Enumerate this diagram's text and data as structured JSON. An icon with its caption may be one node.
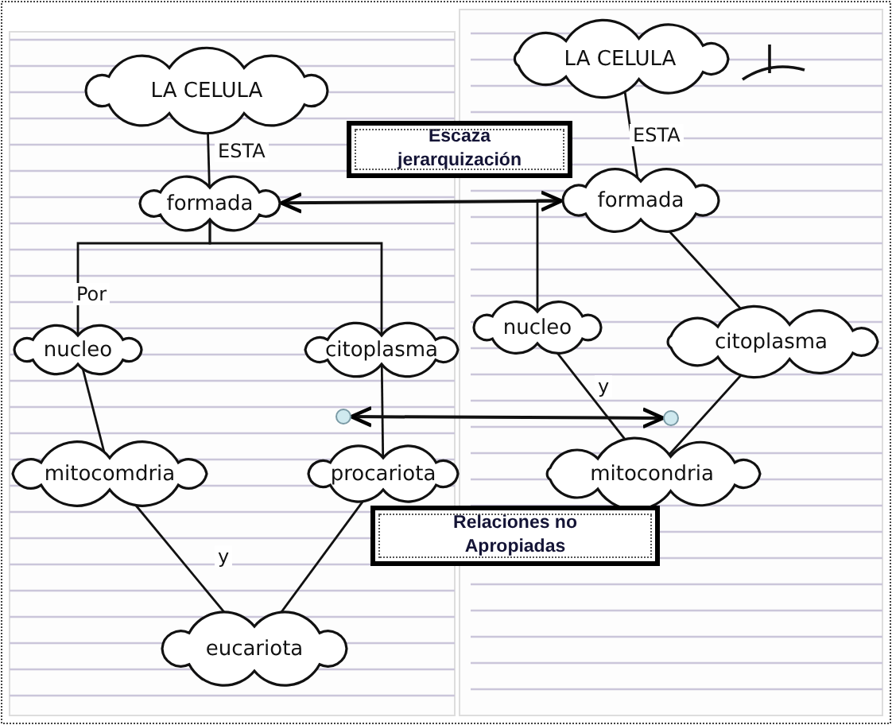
{
  "diagram": {
    "nodes": [
      {
        "text": [
          "LA CELULA"
        ]
      },
      {
        "text": [
          "formada"
        ]
      },
      {
        "text": [
          "nucleo"
        ]
      },
      {
        "text": [
          "citoplasma"
        ]
      },
      {
        "text": [
          "mitocomdria"
        ]
      },
      {
        "text": [
          "procariota"
        ]
      },
      {
        "text": [
          "eucariota"
        ]
      },
      {
        "text": [
          "LA CELULA"
        ]
      },
      {
        "text": [
          "formada"
        ]
      },
      {
        "text": [
          "nucleo"
        ]
      },
      {
        "text": [
          "citoplasma"
        ]
      },
      {
        "text": [
          "mitocondria"
        ]
      },
      {
        "text": [
          "Escaza jerarquización"
        ]
      },
      {
        "text": [
          "Relaciones no Apropiadas"
        ]
      },
      {
        "text": [],
        "shape": "circle"
      },
      {
        "text": [],
        "shape": "circle"
      }
    ],
    "edges": [
      {
        "from": 0,
        "to": 1,
        "arrow": "none",
        "label": "ESTA"
      },
      {
        "from": 1,
        "to": 2,
        "arrow": "none",
        "label": "Por"
      },
      {
        "from": 1,
        "to": 3,
        "arrow": "none"
      },
      {
        "from": 2,
        "to": 4,
        "arrow": "none"
      },
      {
        "from": 3,
        "to": 5,
        "arrow": "none"
      },
      {
        "from": 4,
        "to": 6,
        "arrow": "none",
        "label": "y"
      },
      {
        "from": 5,
        "to": 6,
        "arrow": "none"
      },
      {
        "from": 7,
        "to": 8,
        "arrow": "none",
        "label": "ESTA"
      },
      {
        "from": 8,
        "to": 9,
        "arrow": "none"
      },
      {
        "from": 8,
        "to": 10,
        "arrow": "none"
      },
      {
        "from": 9,
        "to": 11,
        "arrow": "none",
        "label": "y"
      },
      {
        "from": 10,
        "to": 11,
        "arrow": "none"
      },
      {
        "from": 1,
        "to": 8,
        "arrow": "both"
      },
      {
        "from": 14,
        "to": 15,
        "arrow": "both"
      }
    ]
  }
}
